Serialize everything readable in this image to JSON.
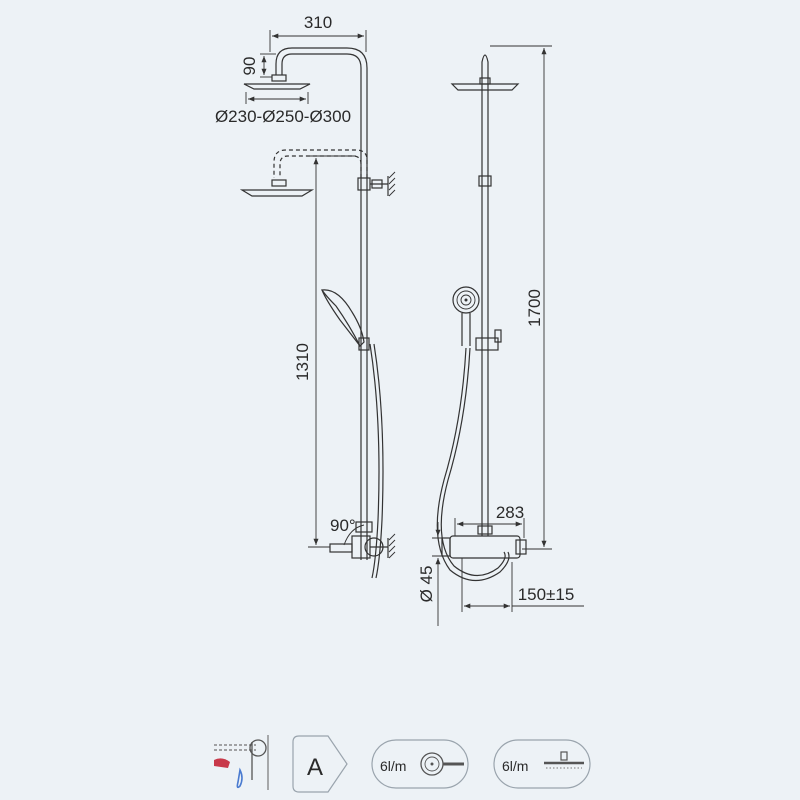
{
  "dimensions": {
    "arm_length": "310",
    "head_height": "90",
    "head_diameters": "Ø230-Ø250-Ø300",
    "slide_height": "1310",
    "angle": "90°",
    "total_height": "1700",
    "mixer_width": "283",
    "connector_diameter": "Ø 45",
    "inlet_distance": "150±15"
  },
  "badges": {
    "energy_class": "A",
    "hand_shower_flow": "6l/m",
    "head_shower_flow": "6l/m"
  },
  "icons": {
    "diverter": "diverter-icon",
    "energy": "energy-class-icon",
    "hand_shower": "hand-shower-icon",
    "head_shower": "head-shower-icon"
  },
  "colors": {
    "background": "#edf2f6",
    "line": "#333333",
    "icon_accent": "#c8394a"
  }
}
